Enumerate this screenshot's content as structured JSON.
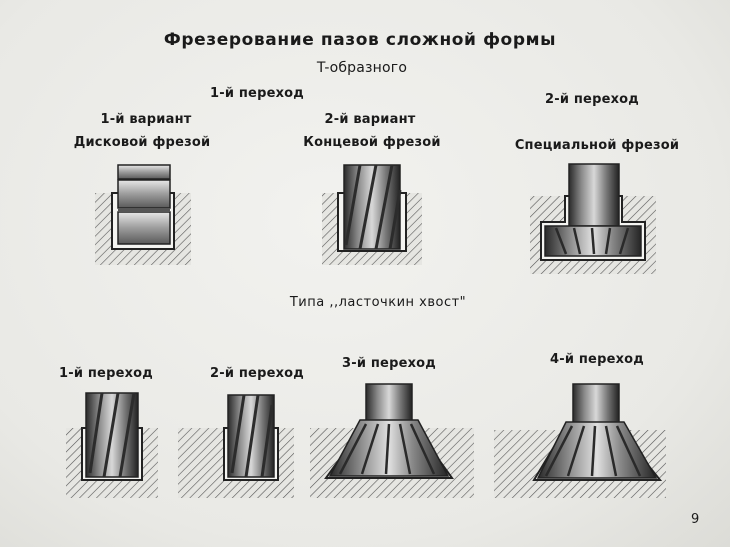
{
  "title": "Фрезерование пазов сложной формы",
  "t_section": {
    "subtitle": "T-образного",
    "step1_header": "1-й переход",
    "step2_header": "2-й переход",
    "variant1": {
      "label": "1-й вариант",
      "tool": "Дисковой фрезой"
    },
    "variant2": {
      "label": "2-й вариант",
      "tool": "Концевой фрезой"
    },
    "special_tool": "Специальной фрезой"
  },
  "dovetail_section": {
    "subtitle": "Типа ,,ласточкин хвост\"",
    "steps": [
      "1-й переход",
      "2-й переход",
      "3-й переход",
      "4-й переход"
    ]
  },
  "page_number": "9"
}
